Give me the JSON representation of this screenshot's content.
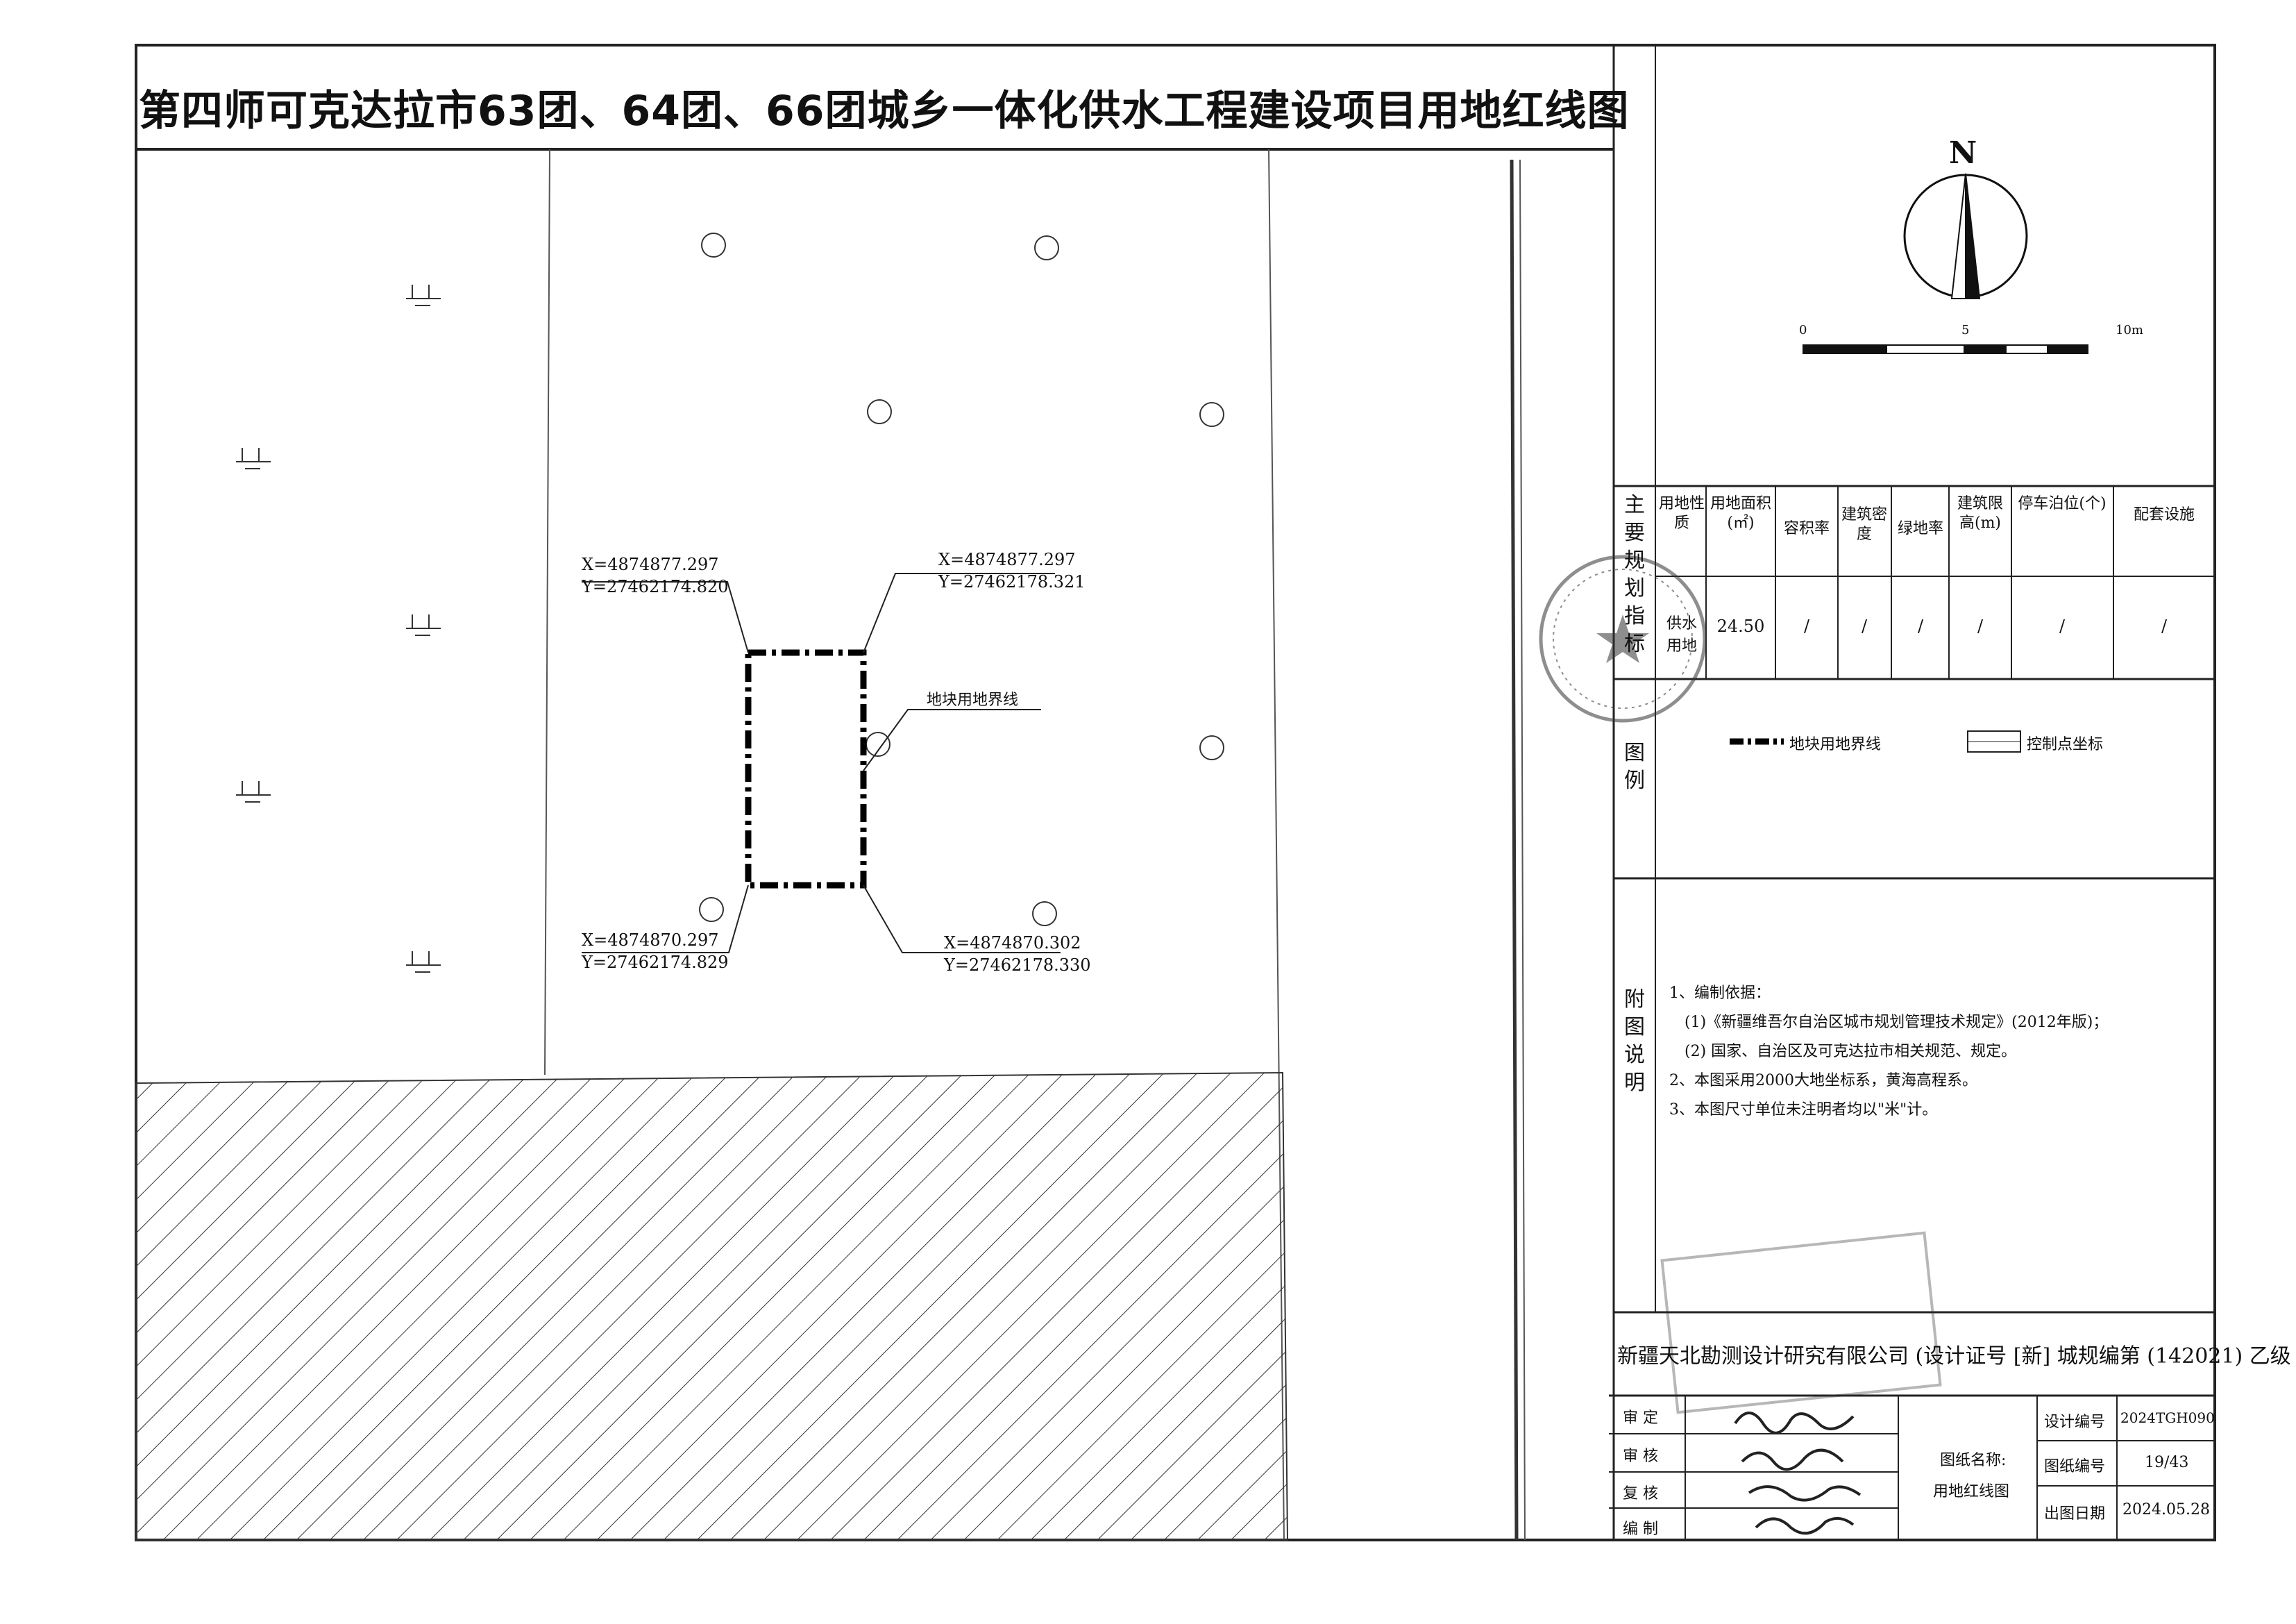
{
  "title": "第四师可克达拉市63团、64团、66团城乡一体化供水工程建设项目用地红线图",
  "north_label": "N",
  "scale": {
    "labels": [
      "0",
      "5",
      "10m"
    ]
  },
  "map": {
    "coord_top_left": {
      "x": "X=4874877.297",
      "y": "Y=27462174.820"
    },
    "coord_top_right": {
      "x": "X=4874877.297",
      "y": "Y=27462178.321"
    },
    "coord_bottom_left": {
      "x": "X=4874870.297",
      "y": "Y=27462174.829"
    },
    "coord_bottom_right": {
      "x": "X=4874870.302",
      "y": "Y=27462178.330"
    },
    "boundary_callout": "地块用地界线"
  },
  "indicators": {
    "side_label": "主要规划指标",
    "headers": [
      "用地性质",
      "用地面积(㎡)",
      "容积率",
      "建筑密度",
      "绿地率",
      "建筑限高(m)",
      "停车泊位(个)",
      "配套设施"
    ],
    "values": [
      "供水用地",
      "24.50",
      "/",
      "/",
      "/",
      "/",
      "/",
      "/"
    ]
  },
  "legend": {
    "side_label": "图例",
    "boundary_label": "地块用地界线",
    "control_label": "控制点坐标"
  },
  "notes": {
    "side_label": "附图说明",
    "lines": [
      "1、编制依据：",
      "(1)《新疆维吾尔自治区城市规划管理技术规定》(2012年版)；",
      "(2) 国家、自治区及可克达拉市相关规范、规定。",
      "2、本图采用2000大地坐标系，黄海高程系。",
      "3、本图尺寸单位未注明者均以\"米\"计。"
    ]
  },
  "titleblock": {
    "company": "新疆天北勘测设计研究有限公司 (设计证号 [新] 城规编第 (142021) 乙级",
    "roles": [
      "审 定",
      "审 核",
      "复 核",
      "编 制"
    ],
    "drawing_name_label": "图纸名称:",
    "drawing_name": "用地红线图",
    "design_no_label": "设计编号",
    "design_no": "2024TGH090",
    "sheet_no_label": "图纸编号",
    "sheet_no": "19/43",
    "date_label": "出图日期",
    "date": "2024.05.28"
  }
}
